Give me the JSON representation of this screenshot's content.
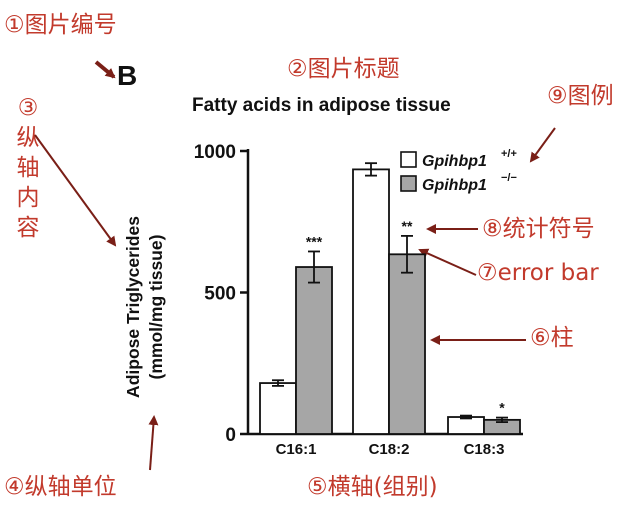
{
  "panel_letter": "B",
  "annotations": {
    "figure_number": "①图片编号",
    "figure_title": "②图片标题",
    "y_axis_content": "③纵轴内容",
    "y_axis_unit": "④纵轴单位",
    "x_axis_groups": "⑤横轴(组别)",
    "bar": "⑥柱",
    "error_bar": "⑦error bar",
    "stat_symbol": "⑧统计符号",
    "legend": "⑨图例"
  },
  "colors": {
    "annotation": "#c23a2c",
    "series_wt": "#ffffff",
    "series_ko": "#a6a6a6",
    "axis": "#111111"
  },
  "chart_data": {
    "type": "bar",
    "title": "Fatty acids in adipose tissue",
    "ylabel_line1": "Adipose Triglycerides",
    "ylabel_line2": "(mmol/mg tissue)",
    "xlabel": "",
    "categories": [
      "C16:1",
      "C18:2",
      "C18:3"
    ],
    "ylim": [
      0,
      1000
    ],
    "yticks": [
      0,
      500,
      1000
    ],
    "grid": false,
    "legend_position": "top-right",
    "series": [
      {
        "name": "Gpihbp1",
        "superscript": "+/+",
        "color": "#ffffff",
        "values": [
          180,
          935,
          60
        ],
        "errors": [
          10,
          22,
          5
        ]
      },
      {
        "name": "Gpihbp1",
        "superscript": "−/−",
        "color": "#a6a6a6",
        "values": [
          590,
          635,
          50
        ],
        "errors": [
          55,
          65,
          8
        ],
        "significance": [
          "***",
          "**",
          "*"
        ]
      }
    ]
  }
}
